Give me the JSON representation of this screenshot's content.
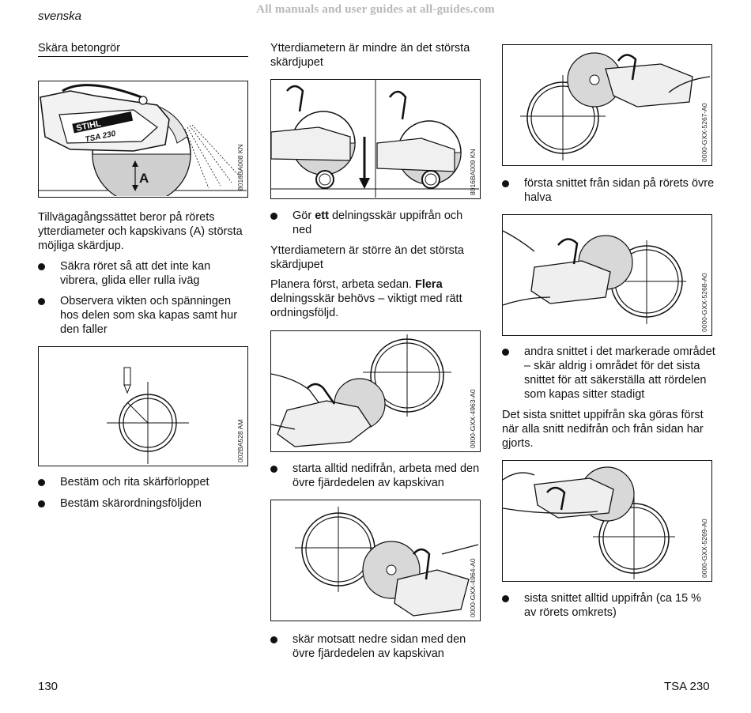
{
  "watermark": "All manuals and user guides at all-guides.com",
  "language": "svenska",
  "footer": {
    "page_number": "130",
    "model": "TSA 230"
  },
  "col1": {
    "title": "Skära betongrör",
    "fig1": {
      "code": "8016BA008 KN",
      "brand": "STIHL",
      "model": "TSA 230",
      "label": "A"
    },
    "intro": "Tillvägagångssättet beror på rörets ytterdiameter och kapskivans (A) största möjliga skärdjup.",
    "bullets": [
      "Säkra röret så att det inte kan vibrera, glida eller rulla iväg",
      "Observera vikten och spänningen hos delen som ska kapas samt hur den faller"
    ],
    "fig2": {
      "code": "002BA528 AM"
    },
    "bullets2": [
      "Bestäm och rita skärförloppet",
      "Bestäm skärordningsföljden"
    ]
  },
  "col2": {
    "title1": "Ytterdiametern är mindre än det största skärdjupet",
    "fig3": {
      "code": "8016BA009 KN"
    },
    "bullet1": {
      "pre": "Gör ",
      "strong": "ett",
      "post": " delningsskär uppifrån och ned"
    },
    "title2": "Ytterdiametern är större än det största skärdjupet",
    "para": {
      "pre": "Planera först, arbeta sedan. ",
      "strong": "Flera",
      "post": " delningsskär behövs – viktigt med rätt ordningsföljd."
    },
    "fig4": {
      "code": "0000-GXX-4963-A0"
    },
    "bullet2": "starta alltid nedifrån, arbeta med den övre fjärdedelen av kapskivan",
    "fig5": {
      "code": "0000-GXX-4964-A0"
    },
    "bullet3": "skär motsatt nedre sidan med den övre fjärdedelen av kapskivan"
  },
  "col3": {
    "fig6": {
      "code": "0000-GXX-5267-A0"
    },
    "bullet1": "första snittet från sidan på rörets övre halva",
    "fig7": {
      "code": "0000-GXX-5268-A0"
    },
    "bullet2": "andra snittet i det markerade området – skär aldrig i området för det sista snittet för att säkerställa att rördelen som kapas sitter stadigt",
    "para": "Det sista snittet uppifrån ska göras först när alla snitt nedifrån och från sidan har gjorts.",
    "fig8": {
      "code": "0000-GXX-5269-A0"
    },
    "bullet3": "sista snittet alltid uppifrån (ca 15 % av rörets omkrets)"
  }
}
